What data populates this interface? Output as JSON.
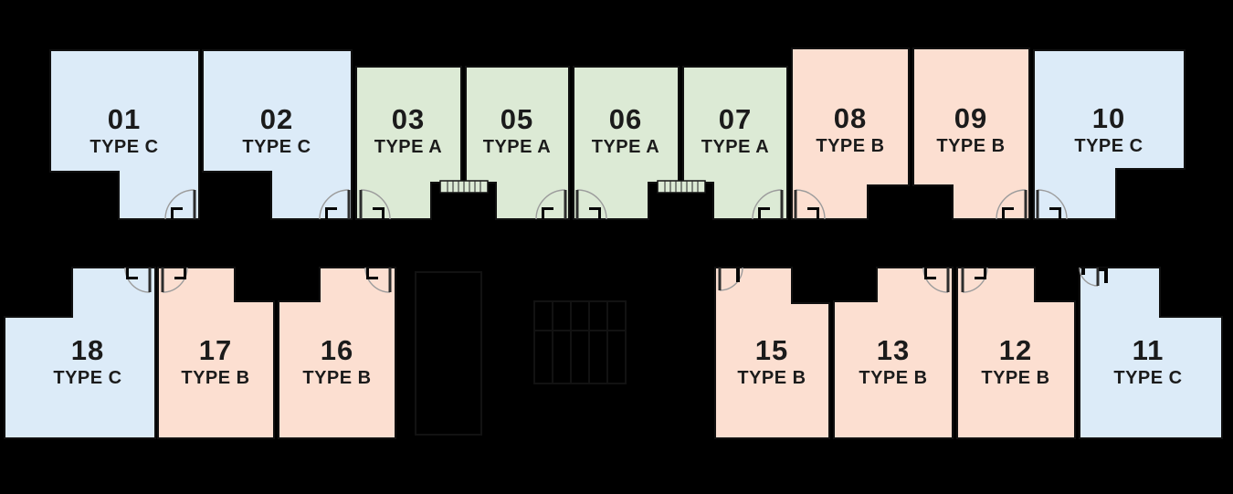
{
  "colors": {
    "type_a": "#dcead5",
    "type_b": "#fcdfd1",
    "type_c": "#dcebf8",
    "background": "#000000",
    "label_text": "#1b1b1b",
    "door_arc": "#9c9c9c"
  },
  "units": [
    {
      "no": "01",
      "type": "TYPE C"
    },
    {
      "no": "02",
      "type": "TYPE C"
    },
    {
      "no": "03",
      "type": "TYPE A"
    },
    {
      "no": "05",
      "type": "TYPE A"
    },
    {
      "no": "06",
      "type": "TYPE A"
    },
    {
      "no": "07",
      "type": "TYPE A"
    },
    {
      "no": "08",
      "type": "TYPE B"
    },
    {
      "no": "09",
      "type": "TYPE B"
    },
    {
      "no": "10",
      "type": "TYPE C"
    },
    {
      "no": "18",
      "type": "TYPE C"
    },
    {
      "no": "17",
      "type": "TYPE B"
    },
    {
      "no": "16",
      "type": "TYPE B"
    },
    {
      "no": "15",
      "type": "TYPE B"
    },
    {
      "no": "13",
      "type": "TYPE B"
    },
    {
      "no": "12",
      "type": "TYPE B"
    },
    {
      "no": "11",
      "type": "TYPE C"
    }
  ]
}
